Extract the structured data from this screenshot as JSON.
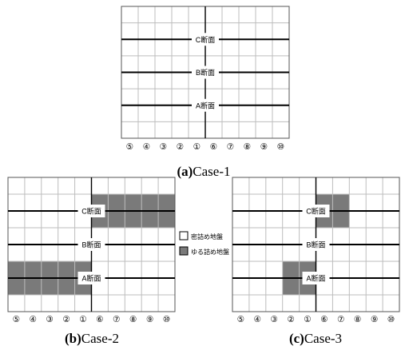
{
  "legend": {
    "dense_label": "密詰め地盤",
    "loose_label": "ゆる詰め地盤",
    "dense_color": "#ffffff",
    "loose_color": "#7a7a7a"
  },
  "section_labels": [
    "C断面",
    "B断面",
    "A断面"
  ],
  "column_labels": [
    "⑤",
    "④",
    "③",
    "②",
    "①",
    "⑥",
    "⑦",
    "⑧",
    "⑨",
    "⑩"
  ],
  "panels": [
    {
      "caption_bold": "(a)",
      "caption_text": "Case-1",
      "loose_cells": []
    },
    {
      "caption_bold": "(b)",
      "caption_text": "Case-2",
      "loose_cells": [
        [
          5,
          1
        ],
        [
          6,
          1
        ],
        [
          7,
          1
        ],
        [
          8,
          1
        ],
        [
          9,
          1
        ],
        [
          5,
          2
        ],
        [
          6,
          2
        ],
        [
          7,
          2
        ],
        [
          8,
          2
        ],
        [
          9,
          2
        ],
        [
          0,
          5
        ],
        [
          1,
          5
        ],
        [
          2,
          5
        ],
        [
          3,
          5
        ],
        [
          4,
          5
        ],
        [
          0,
          6
        ],
        [
          1,
          6
        ],
        [
          2,
          6
        ],
        [
          3,
          6
        ],
        [
          4,
          6
        ]
      ]
    },
    {
      "caption_bold": "(c)",
      "caption_text": "Case-3",
      "loose_cells": [
        [
          5,
          1
        ],
        [
          6,
          1
        ],
        [
          5,
          2
        ],
        [
          6,
          2
        ],
        [
          3,
          5
        ],
        [
          4,
          5
        ],
        [
          3,
          6
        ],
        [
          4,
          6
        ]
      ]
    }
  ]
}
